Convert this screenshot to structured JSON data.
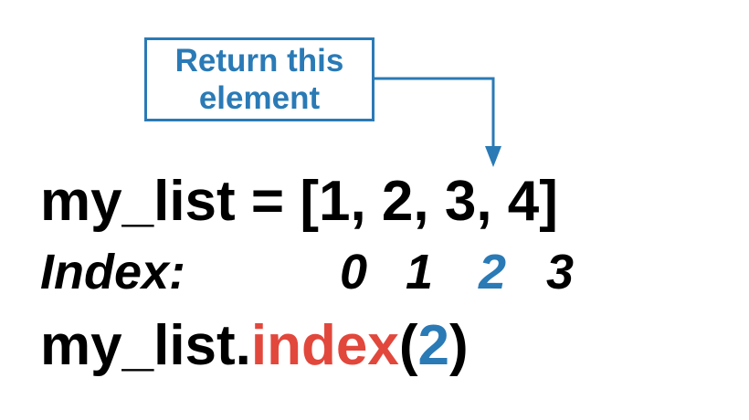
{
  "callout": {
    "text": "Return this\nelement"
  },
  "code_line": "my_list = [1, 2, 3, 4]",
  "index_label": "Index:",
  "indices": [
    "0",
    "1",
    "2",
    "3"
  ],
  "call": {
    "object": "my_list.",
    "method": "index",
    "open": "(",
    "arg": "2",
    "close": ")"
  },
  "colors": {
    "accent": "#2a7ab6",
    "method": "#e2473c",
    "text": "#000000"
  }
}
